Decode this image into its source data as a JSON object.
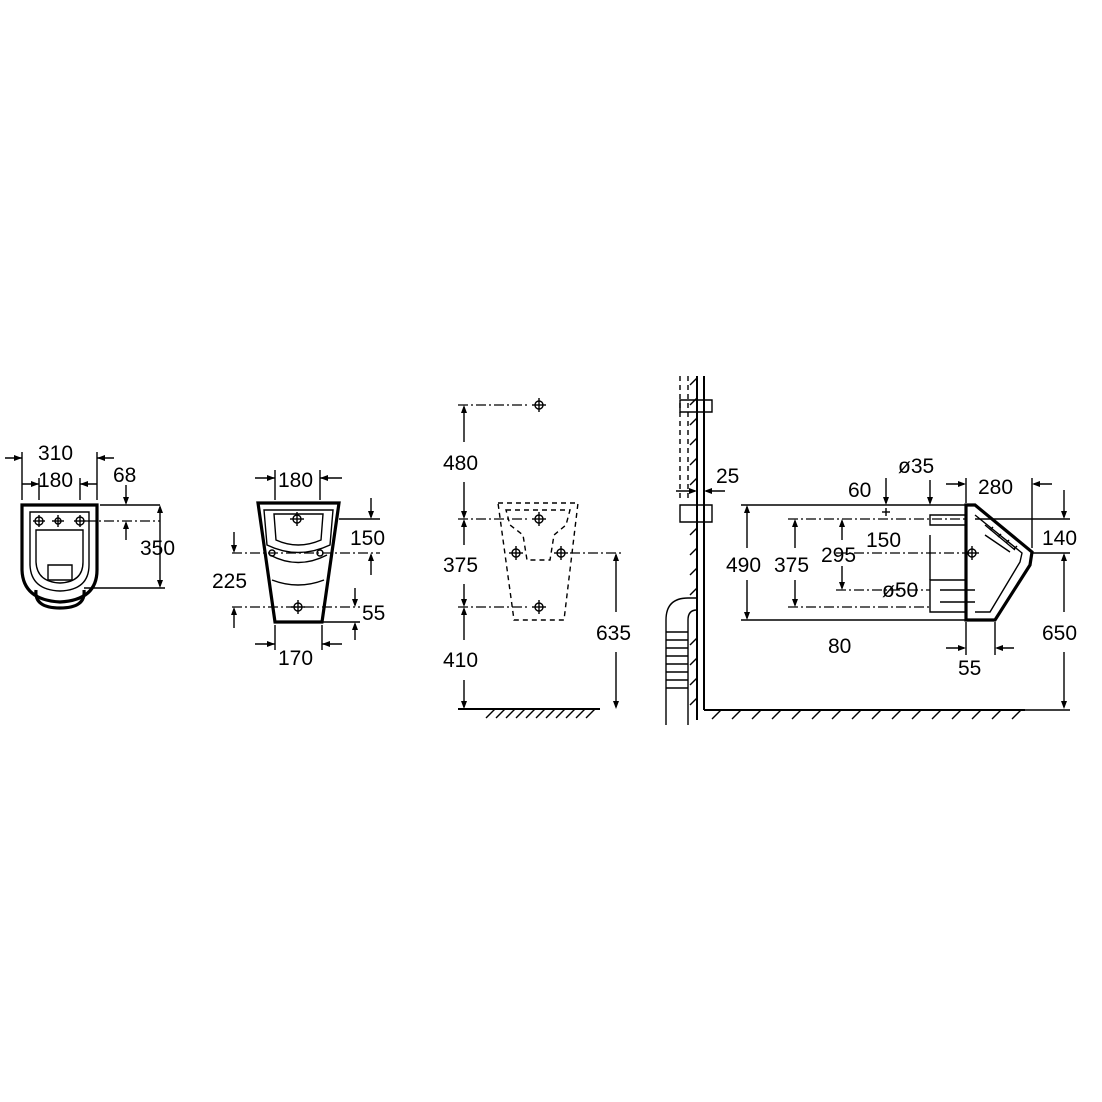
{
  "front_view": {
    "width": "310",
    "hole_spacing": "180",
    "hole_offset": "68",
    "height": "350"
  },
  "back_view": {
    "top_width": "180",
    "top_to_holes": "150",
    "holes_to_lower": "225",
    "lower_offset": "55",
    "bottom_width": "170"
  },
  "installation_front": {
    "inlet_above": "480",
    "hole_spacing": "375",
    "floor_to_lower": "410",
    "floor_to_mid": "635"
  },
  "side_view": {
    "wall_offset": "25",
    "inlet_offset": "60",
    "inlet_diameter": "ø35",
    "depth": "280",
    "top_offset": "140",
    "overall_height": "490",
    "hole_spacing": "375",
    "inlet_to_outlet": "295",
    "inlet_height": "150",
    "outlet_diameter": "ø50",
    "bottom_offset": "80",
    "outlet_offset": "55",
    "floor_to_rim": "650"
  }
}
